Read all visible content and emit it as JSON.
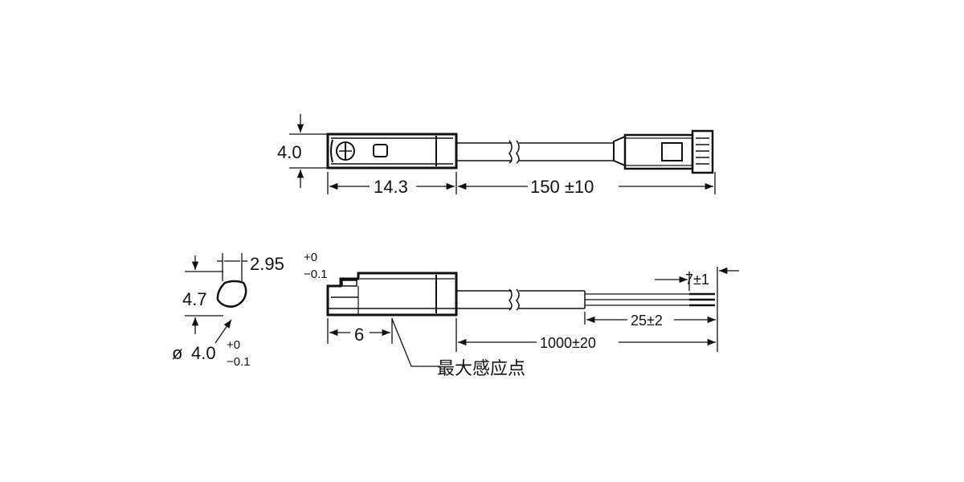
{
  "top_view": {
    "height_dim": "4.0",
    "body_length_dim": "14.3",
    "cable_length_dim": "150 ±10"
  },
  "bottom_view": {
    "section_height_dim": "4.7",
    "slot_width_dim": "2.95",
    "slot_width_tol_upper": "+0",
    "slot_width_tol_lower": "−0.1",
    "diameter_symbol": "ø",
    "diameter_dim": "4.0",
    "diameter_tol_upper": "+0",
    "diameter_tol_lower": "−0.1",
    "sensing_offset_dim": "6",
    "cable_length_dim": "1000±20",
    "strip_length_dim": "25±2",
    "wire_end_dim": "7±1",
    "sensing_point_label": "最大感应点"
  },
  "colors": {
    "line": "#111111",
    "background": "#ffffff"
  }
}
